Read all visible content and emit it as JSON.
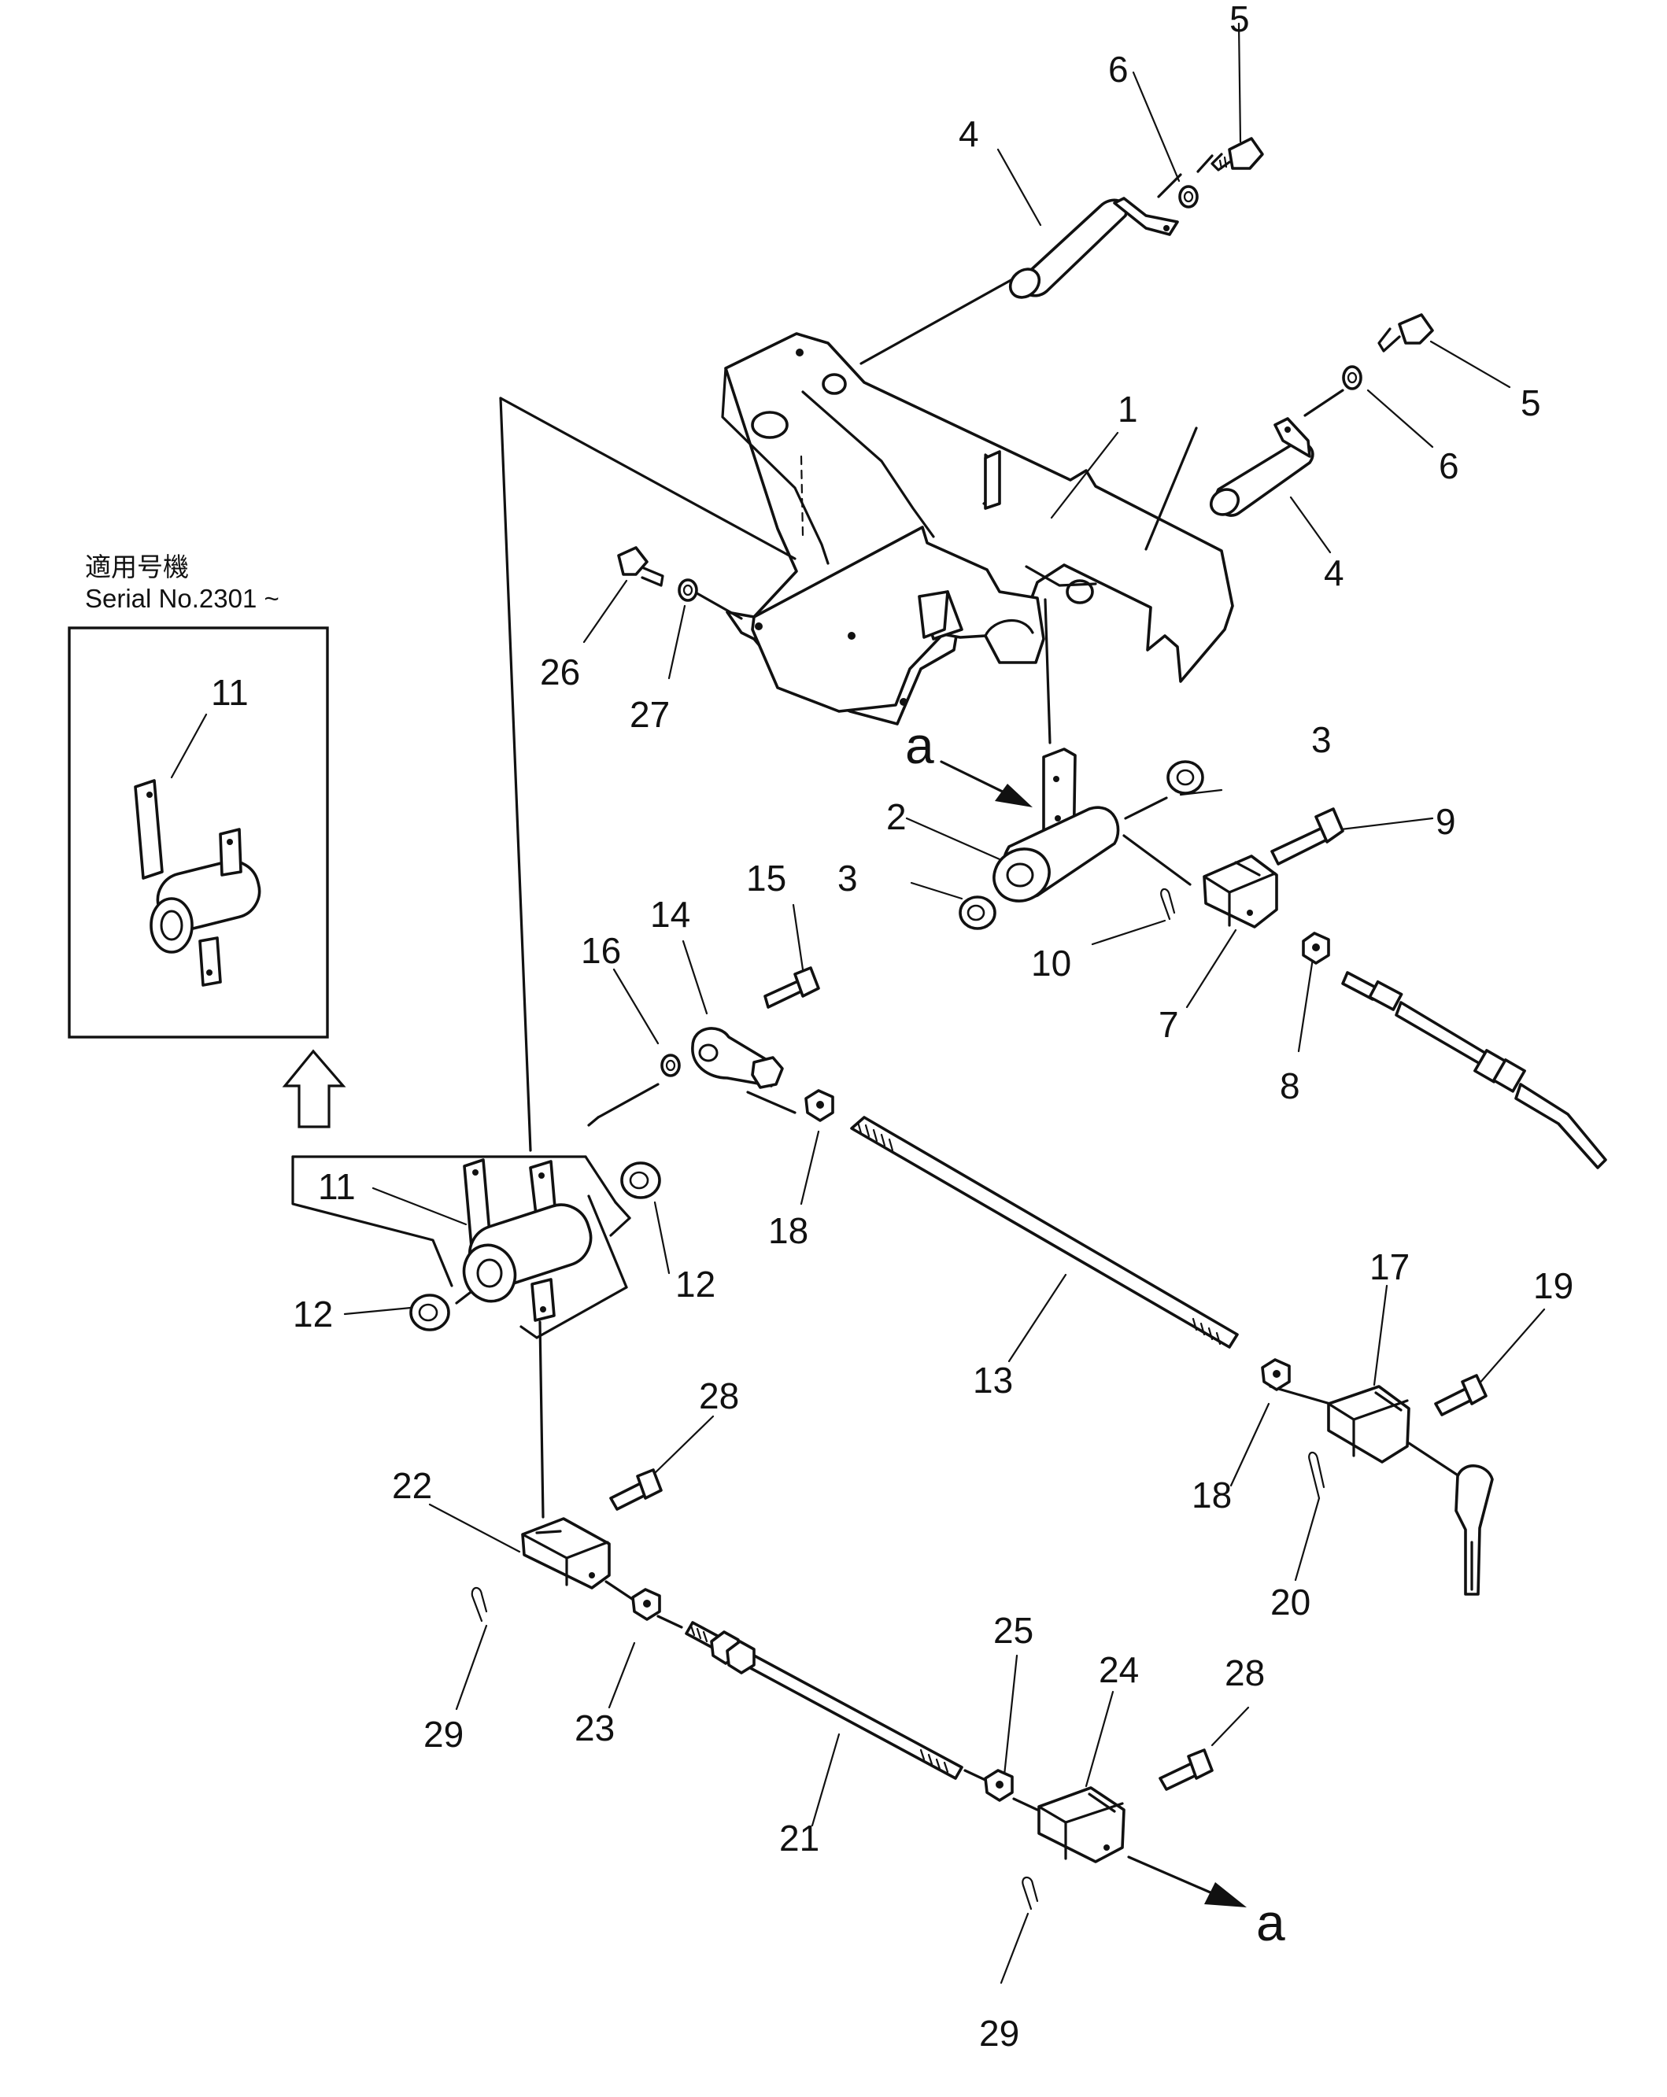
{
  "inset": {
    "applicable_machine": "適用号機",
    "serial": "Serial No.2301 ~",
    "part_label": "11"
  },
  "view_markers": {
    "start": "a",
    "end": "a"
  },
  "callouts": [
    {
      "id": "c5a",
      "text": "5"
    },
    {
      "id": "c6a",
      "text": "6"
    },
    {
      "id": "c4a",
      "text": "4"
    },
    {
      "id": "c1",
      "text": "1"
    },
    {
      "id": "c5b",
      "text": "5"
    },
    {
      "id": "c6b",
      "text": "6"
    },
    {
      "id": "c4b",
      "text": "4"
    },
    {
      "id": "c26",
      "text": "26"
    },
    {
      "id": "c27",
      "text": "27"
    },
    {
      "id": "c3a",
      "text": "3"
    },
    {
      "id": "c2",
      "text": "2"
    },
    {
      "id": "c3b",
      "text": "3"
    },
    {
      "id": "c9",
      "text": "9"
    },
    {
      "id": "c15",
      "text": "15"
    },
    {
      "id": "c14",
      "text": "14"
    },
    {
      "id": "c16",
      "text": "16"
    },
    {
      "id": "c10",
      "text": "10"
    },
    {
      "id": "c7",
      "text": "7"
    },
    {
      "id": "c8",
      "text": "8"
    },
    {
      "id": "c18a",
      "text": "18"
    },
    {
      "id": "c11",
      "text": "11"
    },
    {
      "id": "c12a",
      "text": "12"
    },
    {
      "id": "c12b",
      "text": "12"
    },
    {
      "id": "c13",
      "text": "13"
    },
    {
      "id": "c17",
      "text": "17"
    },
    {
      "id": "c19",
      "text": "19"
    },
    {
      "id": "c28a",
      "text": "28"
    },
    {
      "id": "c22",
      "text": "22"
    },
    {
      "id": "c18b",
      "text": "18"
    },
    {
      "id": "c20",
      "text": "20"
    },
    {
      "id": "c29a",
      "text": "29"
    },
    {
      "id": "c23",
      "text": "23"
    },
    {
      "id": "c25",
      "text": "25"
    },
    {
      "id": "c24",
      "text": "24"
    },
    {
      "id": "c28b",
      "text": "28"
    },
    {
      "id": "c21",
      "text": "21"
    },
    {
      "id": "c29b",
      "text": "29"
    }
  ]
}
